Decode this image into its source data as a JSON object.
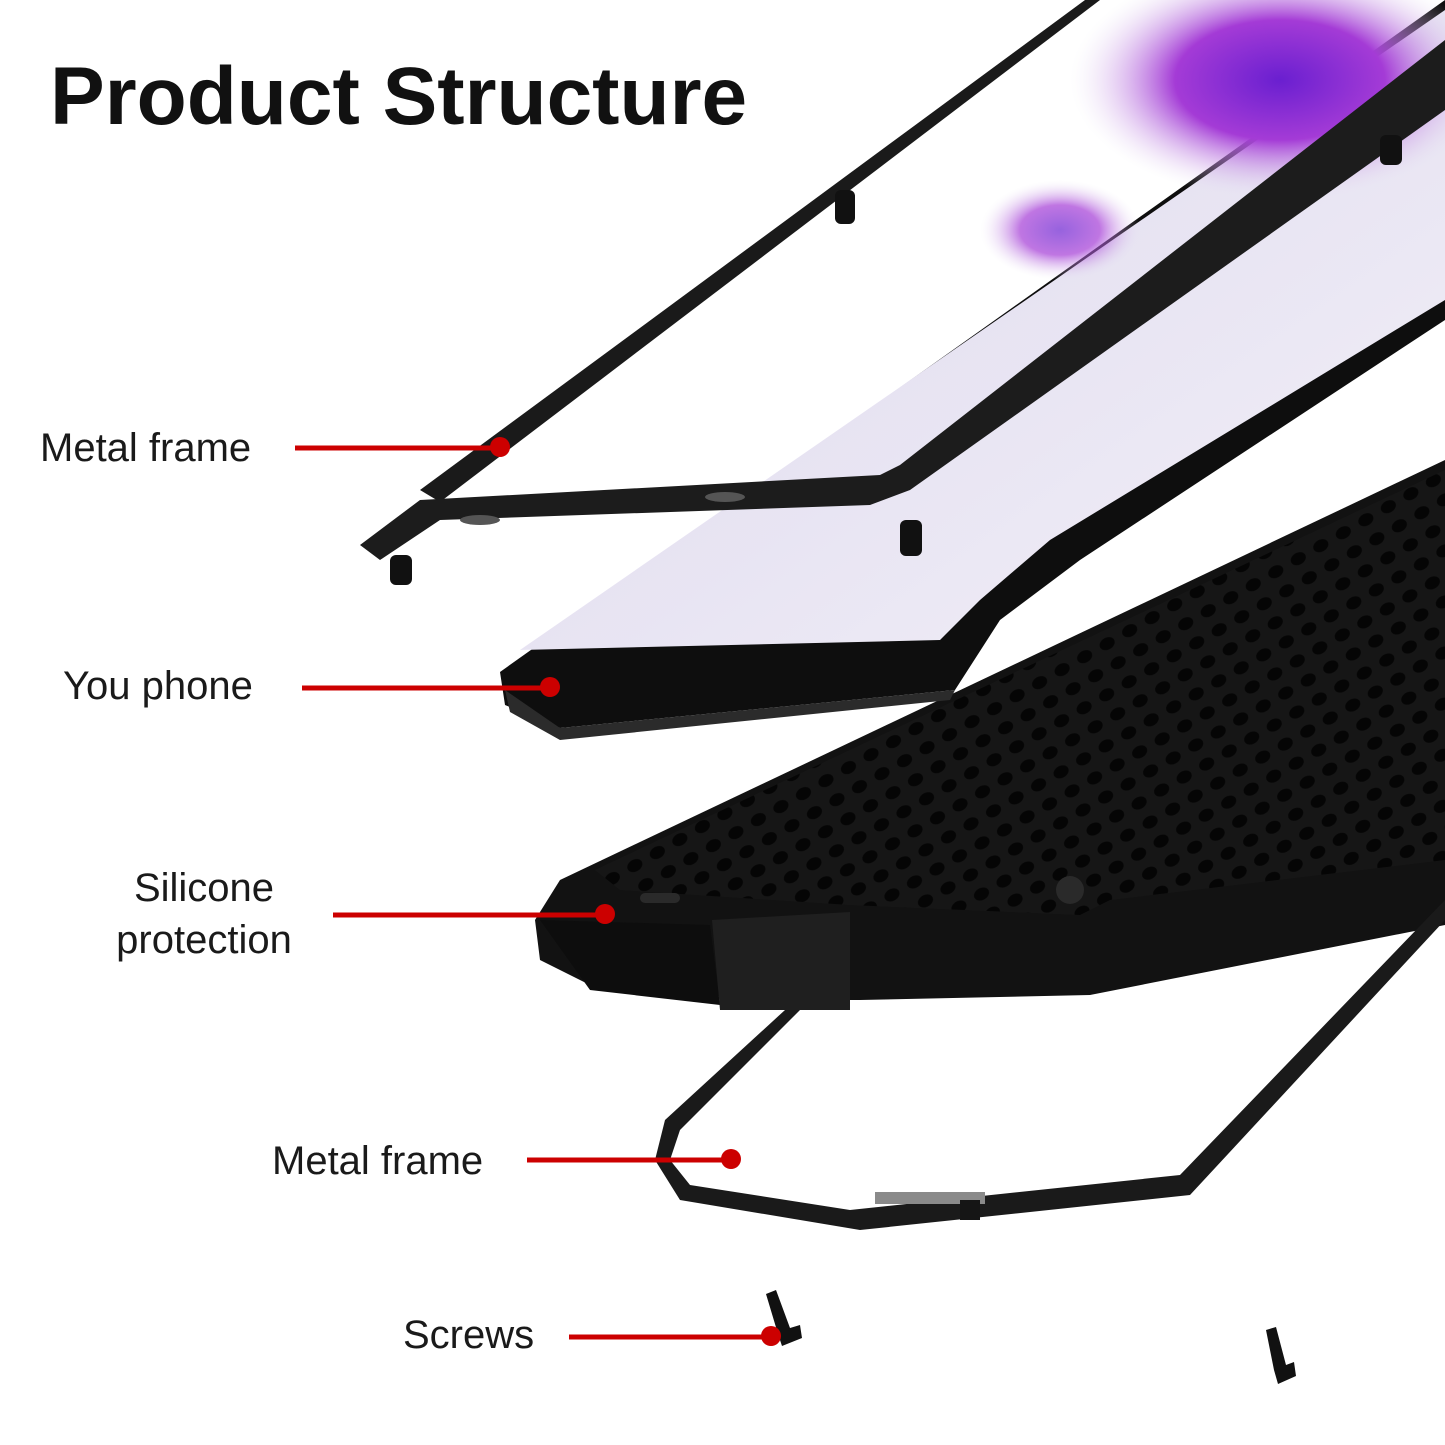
{
  "title": "Product Structure",
  "labels": {
    "top_frame": "Metal frame",
    "phone": "You phone",
    "silicone_line1": "Silicone",
    "silicone_line2": "protection",
    "bottom_frame": "Metal frame",
    "screws": "Screws"
  },
  "colors": {
    "leader": "#cc0000",
    "frame": "#1a1a1a",
    "background": "#ffffff"
  }
}
